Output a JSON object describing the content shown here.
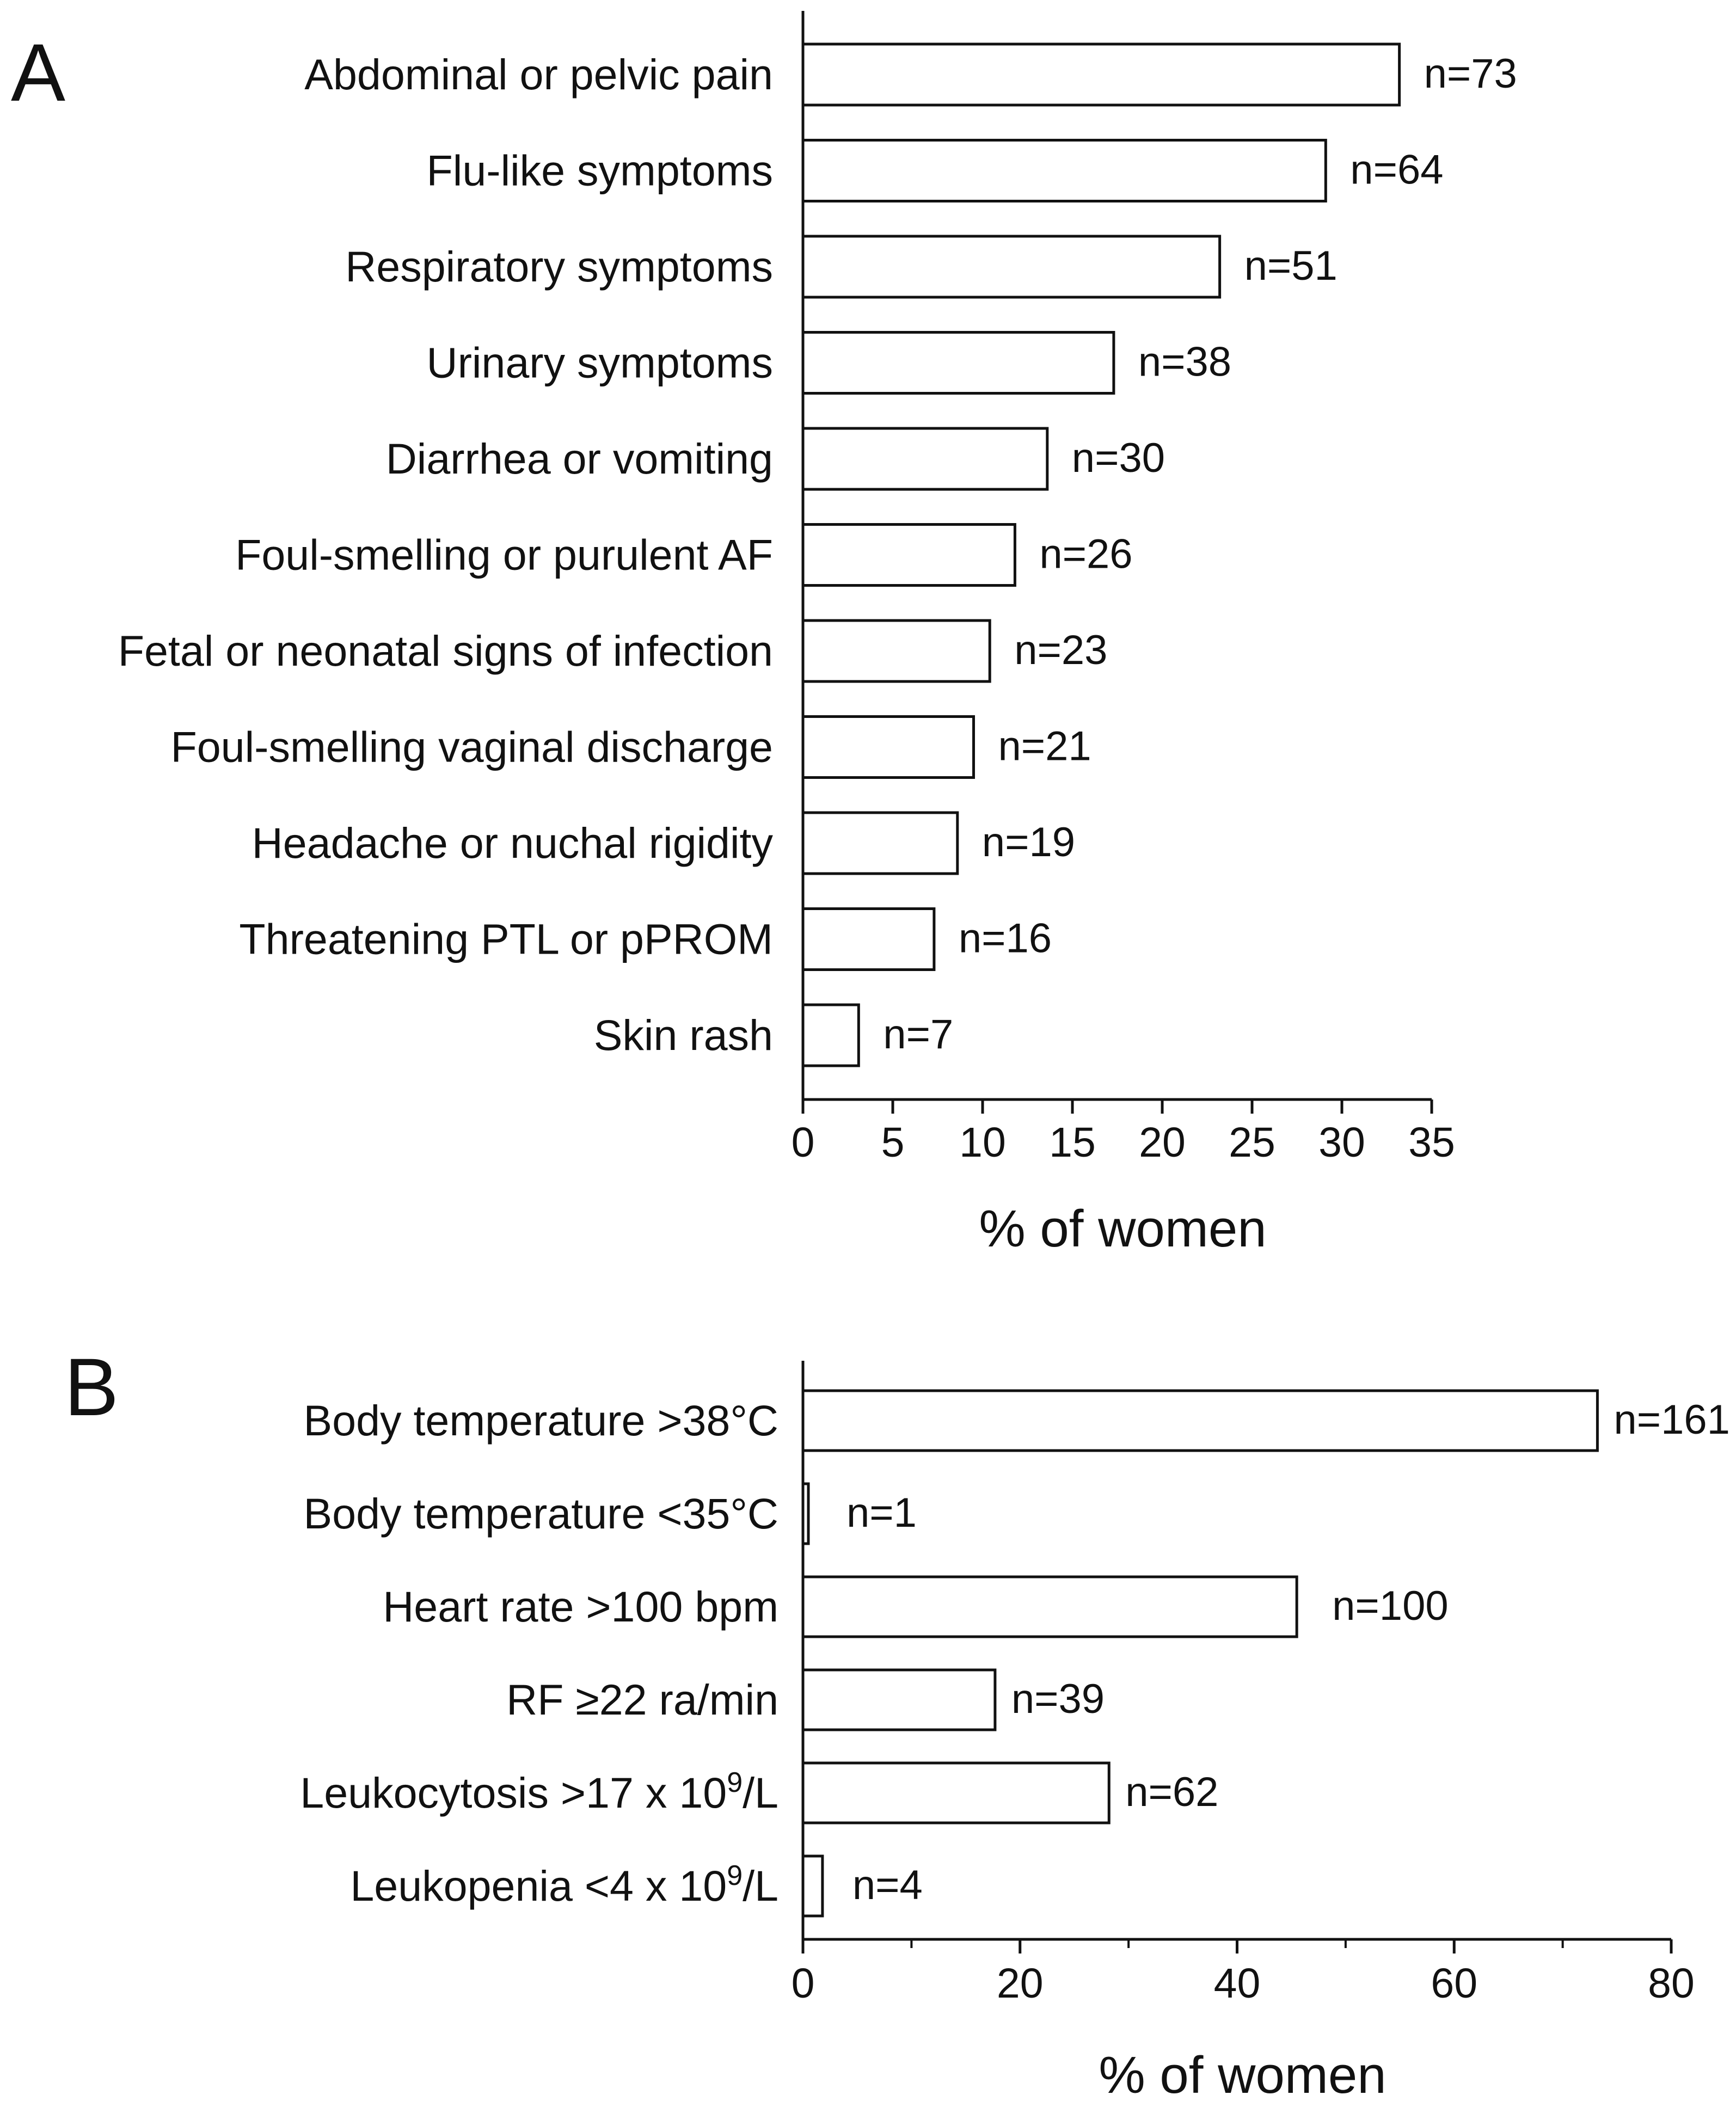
{
  "chart_data": [
    {
      "panel": "A",
      "type": "bar",
      "orientation": "horizontal",
      "xlabel": "% of women",
      "ylabel": "",
      "xlim": [
        0,
        35
      ],
      "xticks": [
        0,
        5,
        10,
        15,
        20,
        25,
        30,
        35
      ],
      "grid": false,
      "legend": "none",
      "bar_fill": "#ffffff",
      "bar_stroke": "#111111",
      "categories": [
        "Abdominal or pelvic pain",
        "Flu-like symptoms",
        "Respiratory symptoms",
        "Urinary symptoms",
        "Diarrhea or vomiting",
        "Foul-smelling or purulent AF",
        "Fetal or neonatal signs of infection",
        "Foul-smelling vaginal discharge",
        "Headache or nuchal rigidity",
        "Threatening PTL or pPROM",
        "Skin rash"
      ],
      "values": [
        33.2,
        29.1,
        23.2,
        17.3,
        13.6,
        11.8,
        10.4,
        9.5,
        8.6,
        7.3,
        3.1
      ],
      "data_labels": [
        "n=73",
        "n=64",
        "n=51",
        "n=38",
        "n=30",
        "n=26",
        "n=23",
        "n=21",
        "n=19",
        "n=16",
        "n=7"
      ]
    },
    {
      "panel": "B",
      "type": "bar",
      "orientation": "horizontal",
      "xlabel": "% of women",
      "ylabel": "",
      "xlim": [
        0,
        80
      ],
      "xticks": [
        0,
        20,
        40,
        60,
        80
      ],
      "minor_ticks": [
        10,
        30,
        50,
        70
      ],
      "grid": false,
      "legend": "none",
      "bar_fill": "#ffffff",
      "bar_stroke": "#111111",
      "categories": [
        {
          "pre": "Body temperature >38°C",
          "sup": "",
          "post": ""
        },
        {
          "pre": "Body temperature <35°C",
          "sup": "",
          "post": ""
        },
        {
          "pre": "Heart rate >100 bpm",
          "sup": "",
          "post": ""
        },
        {
          "pre": "RF ≥22 ra/min",
          "sup": "",
          "post": ""
        },
        {
          "pre": "Leukocytosis >17 x 10",
          "sup": "9",
          "post": "/L"
        },
        {
          "pre": "Leukopenia <4 x 10",
          "sup": "9",
          "post": "/L"
        }
      ],
      "values": [
        73.2,
        0.5,
        45.5,
        17.7,
        28.2,
        1.8
      ],
      "data_labels": [
        "n=161",
        "n=1",
        "n=100",
        "n=39",
        "n=62",
        "n=4"
      ]
    }
  ]
}
